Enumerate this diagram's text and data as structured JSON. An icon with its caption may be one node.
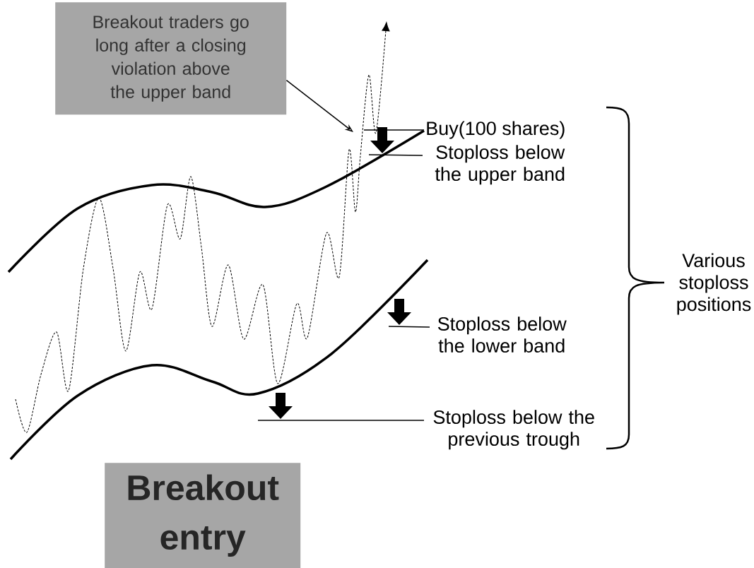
{
  "diagram": {
    "nodes": [
      {
        "text": [
          "Breakout traders go long after a closing violation above the upper band"
        ]
      },
      {
        "text": [
          "Buy(100 shares)"
        ]
      },
      {
        "text": [
          "Stoploss below the upper band"
        ]
      },
      {
        "text": [
          "Stoploss below the lower band"
        ]
      },
      {
        "text": [
          "Stoploss below the previous trough"
        ]
      },
      {
        "text": [
          "Various stoploss positions"
        ]
      },
      {
        "text": [
          "Breakout entry"
        ]
      }
    ],
    "edges": [
      {
        "from": 0,
        "to": null,
        "arrow": "to"
      },
      {
        "from": 1,
        "to": null,
        "arrow": "none"
      },
      {
        "from": 2,
        "to": null,
        "arrow": "none"
      },
      {
        "from": 3,
        "to": null,
        "arrow": "none"
      },
      {
        "from": 4,
        "to": null,
        "arrow": "none"
      }
    ]
  }
}
